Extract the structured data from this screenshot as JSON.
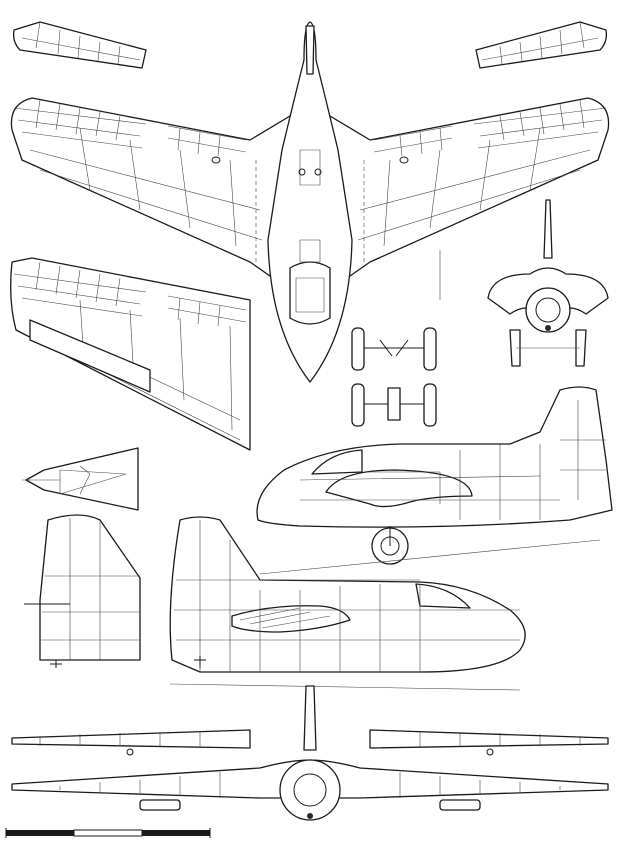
{
  "title": "",
  "colors": {
    "line": "#1a1a1a",
    "background": "#ffffff"
  },
  "views": [
    "wing-panel-upper-left",
    "wing-panel-upper-right",
    "plan-view",
    "wing-underside-view",
    "front-view",
    "landing-gear-front",
    "landing-gear-top",
    "small-fuselage-section",
    "side-view-left",
    "fin-detail",
    "side-view-right",
    "rear-view"
  ],
  "scale_bar": {
    "segments": 3,
    "fill_pattern": [
      "black",
      "white",
      "black"
    ]
  }
}
